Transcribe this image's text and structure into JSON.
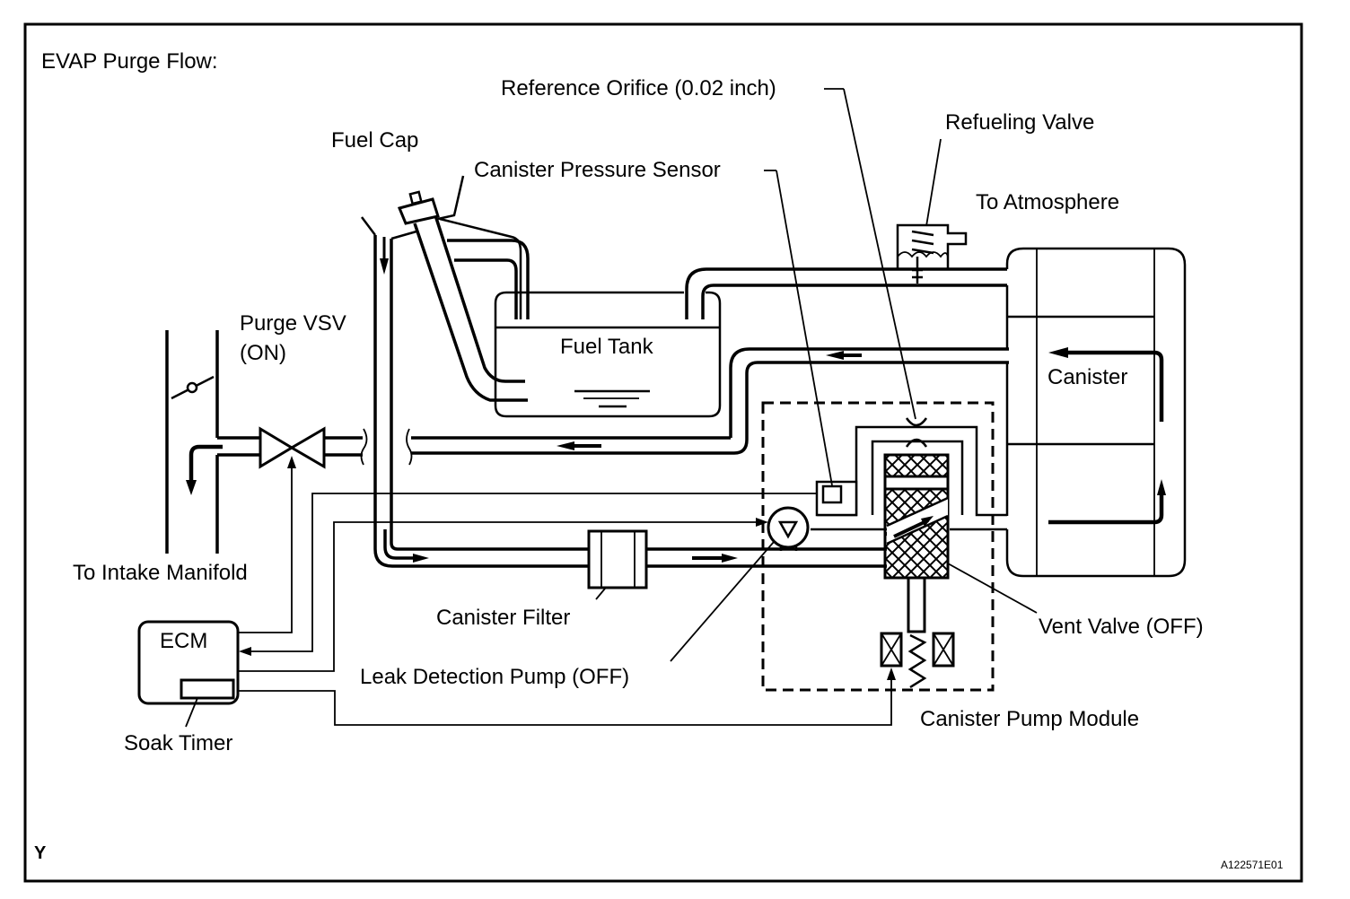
{
  "diagram": {
    "title": "EVAP Purge Flow:",
    "figure_id": "A122571E01",
    "corner_mark": "Y",
    "labels": {
      "fuel_cap": "Fuel Cap",
      "reference_orifice": "Reference Orifice (0.02 inch)",
      "canister_pressure_sensor": "Canister Pressure Sensor",
      "refueling_valve": "Refueling Valve",
      "to_atmosphere": "To Atmosphere",
      "purge_vsv_line1": "Purge VSV",
      "purge_vsv_line2": "(ON)",
      "fuel_tank": "Fuel Tank",
      "canister": "Canister",
      "to_intake_manifold": "To Intake Manifold",
      "ecm": "ECM",
      "soak_timer": "Soak Timer",
      "canister_filter": "Canister Filter",
      "leak_detection_pump": "Leak Detection Pump (OFF)",
      "vent_valve": "Vent Valve (OFF)",
      "canister_pump_module": "Canister Pump Module"
    },
    "states": {
      "purge_vsv": "ON",
      "leak_detection_pump": "OFF",
      "vent_valve": "OFF"
    }
  }
}
